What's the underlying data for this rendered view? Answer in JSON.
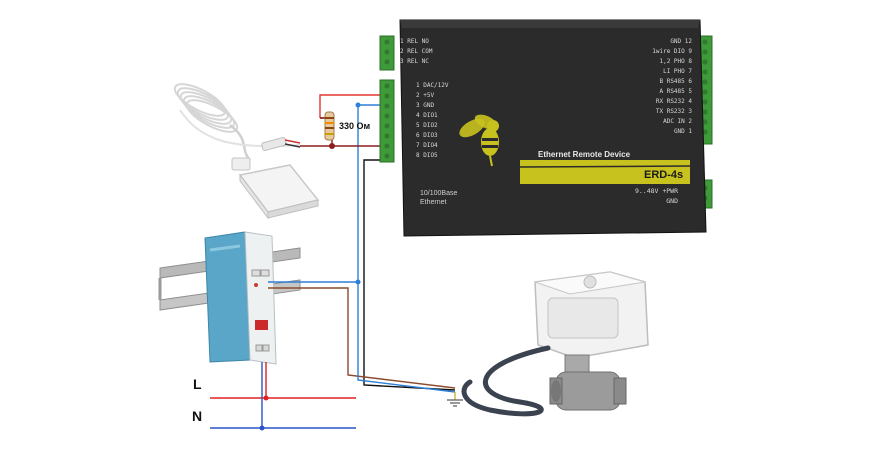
{
  "device": {
    "name": "ERD-4s",
    "subtitle": "Ethernet Remote Device",
    "ethernet_line1": "10/100Base",
    "ethernet_line2": "Ethernet",
    "power_line1": "9..48V +PWR",
    "power_line2": "GND",
    "left_terminals_top": [
      "1 REL NO",
      "2 REL COM",
      "3 REL NC"
    ],
    "left_terminals_main": [
      "1 DAC/12V",
      "2 +5V",
      "3 GND",
      "4 DIO1",
      "5 DIO2",
      "6 DIO3",
      "7 DIO4",
      "8 DIO5"
    ],
    "right_terminals": [
      "GND 12",
      "1wire DIO 9",
      "1,2 PHO 8",
      "LI PHO 7",
      "B RS485 6",
      "A RS485 5",
      "RX RS232 4",
      "TX RS232 3",
      "ADC IN 2",
      "GND 1"
    ]
  },
  "resistor_label": "330 Ом",
  "mains": {
    "line_label": "L",
    "neutral_label": "N"
  },
  "colors": {
    "device_body": "#2b2b2b",
    "accent_yellow": "#c8c21e",
    "terminal_green": "#3f9a3a",
    "wire_red": "#e0392f",
    "wire_blue": "#2d7fd8",
    "wire_dark_red": "#8c1d1d",
    "wire_brown": "#8b4a2b",
    "wire_black": "#111111",
    "ground_wire": "#c9b62a",
    "mains_line": "#e02020",
    "mains_neutral": "#2a55c8"
  }
}
